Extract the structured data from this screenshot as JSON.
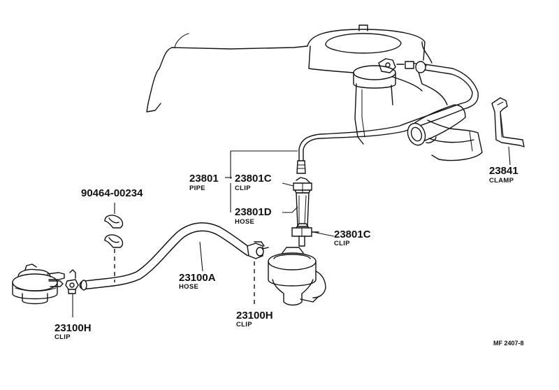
{
  "parts": [
    {
      "id": "p1",
      "number": "90464-00234",
      "name": ""
    },
    {
      "id": "p2",
      "number": "23801",
      "name": "PIPE"
    },
    {
      "id": "p3",
      "number": "23801C",
      "name": "CLIP"
    },
    {
      "id": "p4",
      "number": "23801D",
      "name": "HOSE"
    },
    {
      "id": "p5",
      "number": "23801C",
      "name": "CLIP"
    },
    {
      "id": "p6",
      "number": "23841",
      "name": "CLAMP"
    },
    {
      "id": "p7",
      "number": "23100A",
      "name": "HOSE"
    },
    {
      "id": "p8",
      "number": "23100H",
      "name": "CLIP"
    },
    {
      "id": "p9",
      "number": "23100H",
      "name": "CLIP"
    }
  ],
  "figure_code": "MF 2407-8"
}
